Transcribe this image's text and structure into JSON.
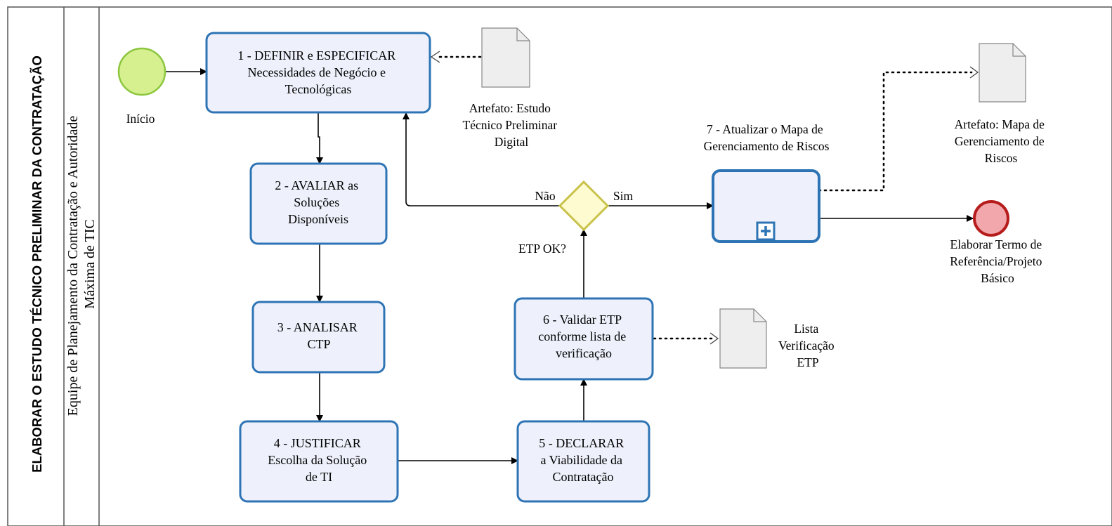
{
  "pool": {
    "title": "ELABORAR O ESTUDO TÉCNICO PRELIMINAR DA CONTRATAÇÃO"
  },
  "lane": {
    "line1": "Equipe de Planejamento da Contratação e Autoridade",
    "line2": "Máxima de TIC"
  },
  "events": {
    "start_label": "Início",
    "end_label": [
      "Elaborar Termo de",
      "Referência/Projeto",
      "Básico"
    ]
  },
  "tasks": {
    "t1": [
      "1 - DEFINIR e ESPECIFICAR",
      "Necessidades de Negócio e",
      "Tecnológicas"
    ],
    "t2": [
      "2 - AVALIAR as",
      "Soluções",
      "Disponíveis"
    ],
    "t3": [
      "3 - ANALISAR",
      "CTP"
    ],
    "t4": [
      "4 - JUSTIFICAR",
      "Escolha da Solução",
      "de TI"
    ],
    "t5": [
      "5 - DECLARAR",
      "a Viabilidade da",
      "Contratação"
    ],
    "t6": [
      "6 - Validar ETP",
      "conforme lista de",
      "verificação"
    ],
    "t7": [
      "7 - Atualizar o Mapa de",
      "Gerenciamento de Riscos"
    ]
  },
  "gateway": {
    "question": "ETP OK?",
    "no_label": "Não",
    "yes_label": "Sim"
  },
  "artifacts": {
    "etp": [
      "Artefato: Estudo",
      "Técnico Preliminar",
      "Digital"
    ],
    "mapa": [
      "Artefato: Mapa de",
      "Gerenciamento de",
      "Riscos"
    ],
    "lista": [
      "Lista",
      "Verificação",
      "ETP"
    ]
  },
  "colors": {
    "task_fill": "#eef1fb",
    "task_border": "#2e74b5",
    "start_fill": "#d6f08f",
    "start_stroke": "#8cc63f",
    "end_fill": "#f1a7ab",
    "end_stroke": "#b71c1c",
    "gateway_fill": "#fdfbcf",
    "gateway_stroke": "#c9c24a"
  },
  "icons": {
    "subprocess_marker": "plus-icon",
    "document": "document-icon"
  }
}
